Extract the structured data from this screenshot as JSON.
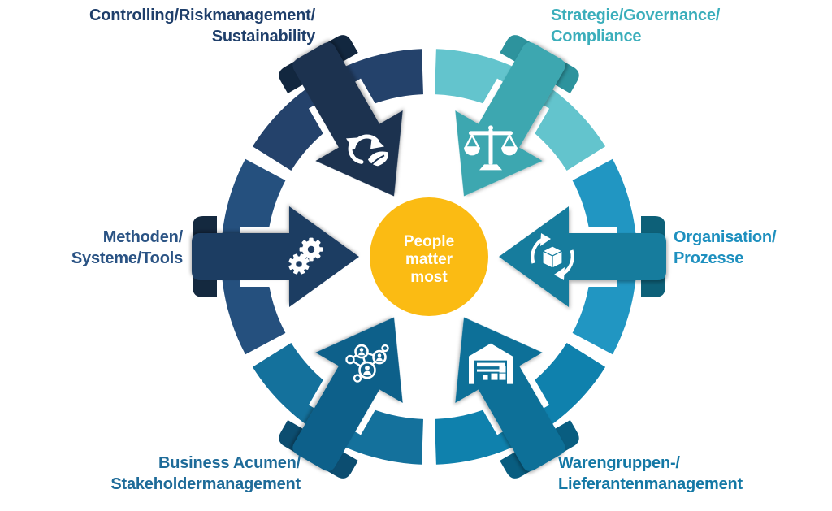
{
  "background_color": "#FFFFFF",
  "center": {
    "text_lines": [
      "People",
      "matter",
      "most"
    ],
    "circle_color": "#FBBB13",
    "text_color": "#FFFFFF"
  },
  "segments": [
    {
      "id": "strategie",
      "label_lines": [
        "Strategie/Governance/",
        "Compliance"
      ],
      "label_color": "#3BAEBB",
      "arc_color": "#63C4CD",
      "arrow_color": "#3EA7B0",
      "slot_color": "#2D939D",
      "icon": "scales-icon"
    },
    {
      "id": "organisation",
      "label_lines": [
        "Organisation/",
        "Prozesse"
      ],
      "label_color": "#1E90BF",
      "arc_color": "#2196C2",
      "arrow_color": "#147B9D",
      "slot_color": "#0D6078",
      "icon": "package-sync-icon"
    },
    {
      "id": "warengruppen",
      "label_lines": [
        "Warengruppen-/",
        "Lieferantenmanagement"
      ],
      "label_color": "#1478A5",
      "arc_color": "#0F81AD",
      "arrow_color": "#0C7098",
      "slot_color": "#095D80",
      "icon": "warehouse-icon"
    },
    {
      "id": "business",
      "label_lines": [
        "Business Acumen/",
        "Stakeholdermanagement"
      ],
      "label_color": "#1E6B99",
      "arc_color": "#14719C",
      "arrow_color": "#11608A",
      "slot_color": "#0C4D70",
      "icon": "network-people-icon"
    },
    {
      "id": "methoden",
      "label_lines": [
        "Methoden/",
        "Systeme/Tools"
      ],
      "label_color": "#2A5384",
      "arc_color": "#25507E",
      "arrow_color": "#1D3C62",
      "slot_color": "#14293F",
      "icon": "gears-icon"
    },
    {
      "id": "controlling",
      "label_lines": [
        "Controlling/Riskmanagement/",
        "Sustainability"
      ],
      "label_color": "#1F3F6B",
      "arc_color": "#24426B",
      "arrow_color": "#1A3150",
      "slot_color": "#12273F",
      "icon": "recycle-leaf-icon"
    }
  ]
}
